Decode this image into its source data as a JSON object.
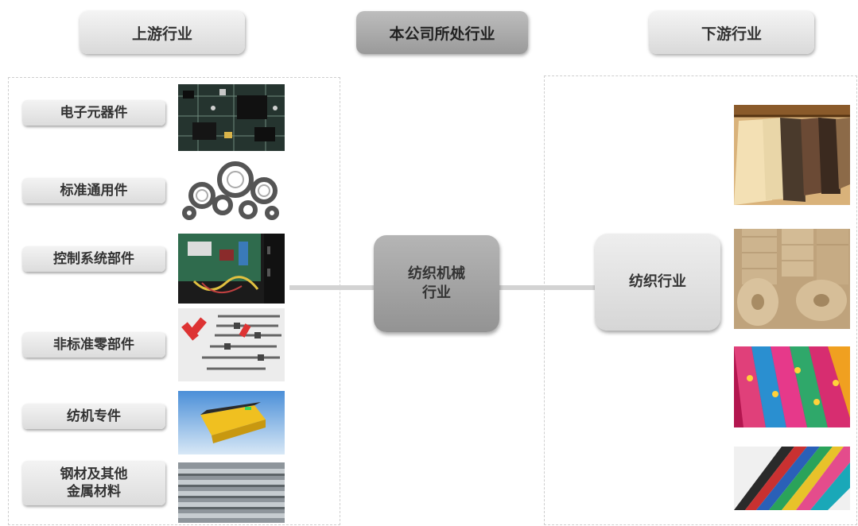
{
  "headers": {
    "upstream": "上游行业",
    "company": "本公司所处行业",
    "downstream": "下游行业"
  },
  "upstream_items": [
    {
      "label": "电子元器件",
      "image": "circuit-board"
    },
    {
      "label": "标准通用件",
      "image": "bearings"
    },
    {
      "label": "控制系统部件",
      "image": "control-box"
    },
    {
      "label": "非标准零部件",
      "image": "hardware-parts"
    },
    {
      "label": "纺机专件",
      "image": "textile-machine-part"
    },
    {
      "label": "钢材及其他\n金属材料",
      "image": "steel-bars"
    }
  ],
  "center_hub": {
    "label": "纺织机械\n行业"
  },
  "right_hub": {
    "label": "纺织行业"
  },
  "downstream_images": [
    "clothing-rack",
    "yarn-spools",
    "fabric-rolls",
    "colored-fabrics"
  ],
  "colors": {
    "hub_dark": "#a6a6a6",
    "hub_light": "#e6e6e6",
    "connector": "#d3d3d3"
  }
}
